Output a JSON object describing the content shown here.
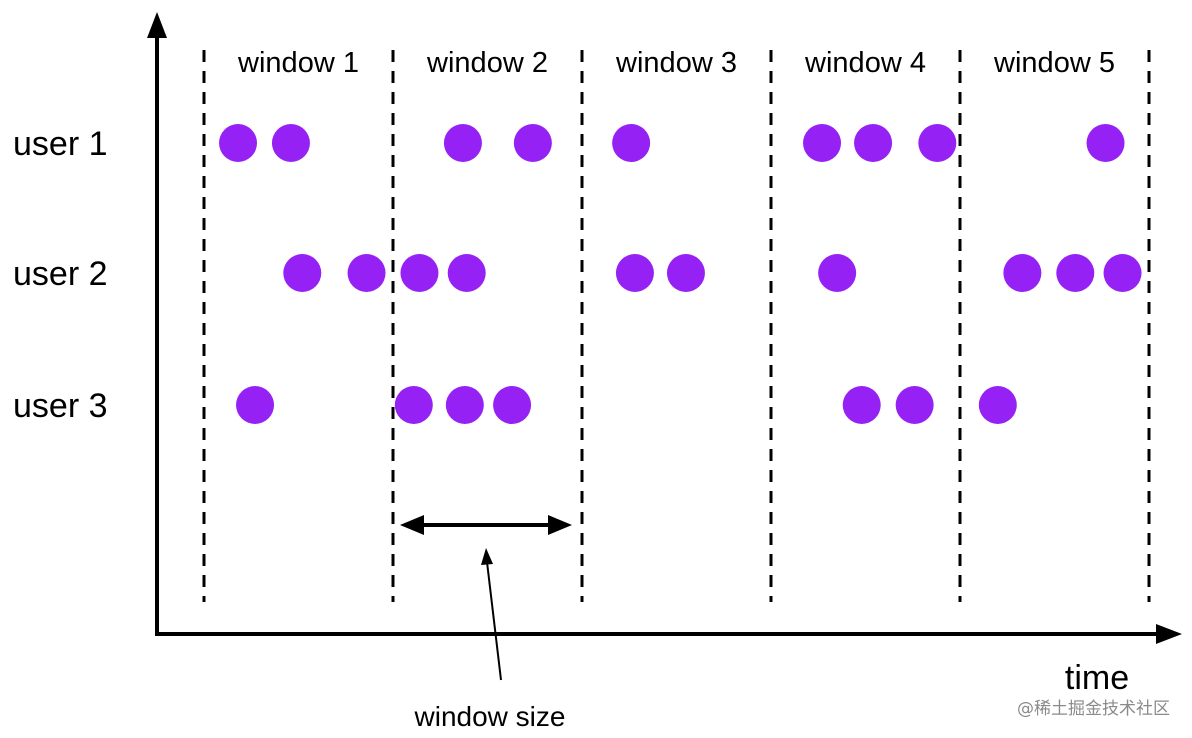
{
  "windows": [
    "window 1",
    "window 2",
    "window 3",
    "window 4",
    "window 5"
  ],
  "users": [
    {
      "label": "user 1",
      "event_times": [
        0.18,
        0.46,
        1.37,
        1.74,
        2.26,
        3.27,
        3.54,
        3.88,
        4.77
      ]
    },
    {
      "label": "user 2",
      "event_times": [
        0.52,
        0.86,
        1.14,
        1.39,
        2.28,
        2.55,
        3.35,
        4.33,
        4.61,
        4.86
      ]
    },
    {
      "label": "user 3",
      "event_times": [
        0.27,
        1.11,
        1.38,
        1.63,
        3.48,
        3.76,
        4.2
      ]
    }
  ],
  "axis_label": "time",
  "annotation": "window size",
  "watermark": "@稀土掘金技术社区",
  "colors": {
    "event": "#9621F5",
    "line": "#000000"
  }
}
